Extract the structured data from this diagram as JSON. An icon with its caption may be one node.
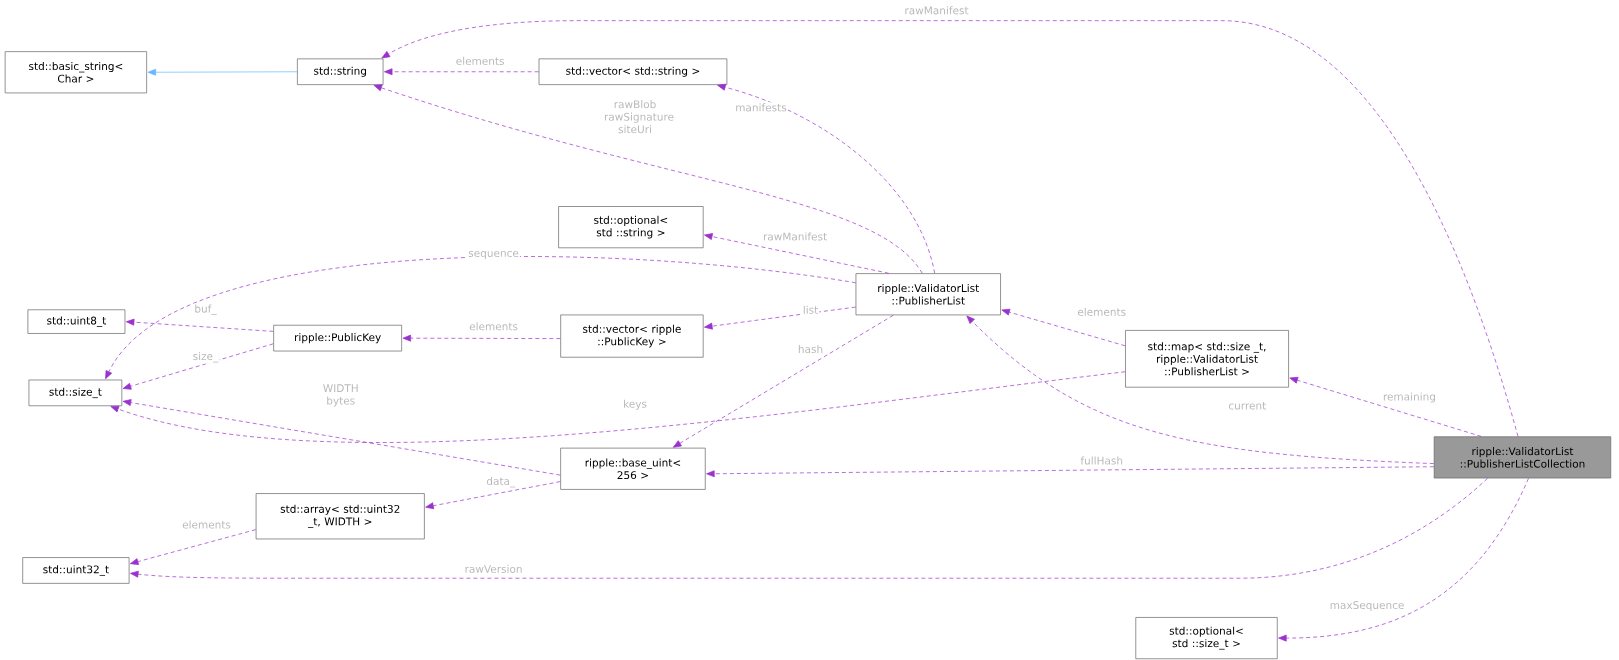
{
  "diagram": {
    "nodes": [
      {
        "text": [
          "std::basic_string< Char >"
        ]
      },
      {
        "text": [
          "std::string"
        ]
      },
      {
        "text": [
          "std::vector< std::string >"
        ]
      },
      {
        "text": [
          "std::optional< std ::string >"
        ]
      },
      {
        "text": [
          "std::uint8_t"
        ]
      },
      {
        "text": [
          "ripple::PublicKey"
        ]
      },
      {
        "text": [
          "std::vector< ripple ::PublicKey >"
        ]
      },
      {
        "text": [
          "ripple::ValidatorList ::PublisherList"
        ]
      },
      {
        "text": [
          "std::size_t"
        ]
      },
      {
        "text": [
          "std::map< std::size _t, ripple::ValidatorList ::PublisherList >"
        ]
      },
      {
        "text": [
          "ripple::base_uint< 256 >"
        ]
      },
      {
        "text": [
          "std::array< std::uint32 _t, WIDTH >"
        ]
      },
      {
        "text": [
          "std::uint32_t"
        ]
      },
      {
        "text": [
          "ripple::ValidatorList ::PublisherListCollection"
        ]
      },
      {
        "text": [
          "std::optional< std ::size_t >"
        ]
      }
    ],
    "edges": [
      {
        "from": 1,
        "to": 0,
        "arrow": "to",
        "color": "#63b8ff"
      },
      {
        "from": 13,
        "to": 1,
        "arrow": "to",
        "style": "dashed",
        "label": "rawManifest"
      },
      {
        "from": 2,
        "to": 1,
        "arrow": "to",
        "style": "dashed",
        "label": "elements"
      },
      {
        "from": 7,
        "to": 1,
        "arrow": "to",
        "style": "dashed",
        "label": "rawBlob rawSignature siteUri"
      },
      {
        "from": 7,
        "to": 2,
        "arrow": "to",
        "style": "dashed",
        "label": "manifests"
      },
      {
        "from": 7,
        "to": 3,
        "arrow": "to",
        "style": "dashed",
        "label": "rawManifest"
      },
      {
        "from": 7,
        "to": 8,
        "arrow": "to",
        "style": "dashed",
        "label": "sequence"
      },
      {
        "from": 5,
        "to": 4,
        "arrow": "to",
        "style": "dashed",
        "label": "buf_"
      },
      {
        "from": 5,
        "to": 8,
        "arrow": "to",
        "style": "dashed",
        "label": "size_"
      },
      {
        "from": 6,
        "to": 5,
        "arrow": "to",
        "style": "dashed",
        "label": "elements"
      },
      {
        "from": 7,
        "to": 6,
        "arrow": "to",
        "style": "dashed",
        "label": "list"
      },
      {
        "from": 7,
        "to": 10,
        "arrow": "to",
        "style": "dashed",
        "label": "hash"
      },
      {
        "from": 9,
        "to": 7,
        "arrow": "to",
        "style": "dashed",
        "label": "elements"
      },
      {
        "from": 9,
        "to": 8,
        "arrow": "to",
        "style": "dashed",
        "label": "keys"
      },
      {
        "from": 10,
        "to": 8,
        "arrow": "to",
        "style": "dashed",
        "label": "WIDTH bytes"
      },
      {
        "from": 13,
        "to": 9,
        "arrow": "to",
        "style": "dashed",
        "label": "remaining"
      },
      {
        "from": 13,
        "to": 7,
        "arrow": "to",
        "style": "dashed",
        "label": "current"
      },
      {
        "from": 13,
        "to": 10,
        "arrow": "to",
        "style": "dashed",
        "label": "fullHash"
      },
      {
        "from": 10,
        "to": 11,
        "arrow": "to",
        "style": "dashed",
        "label": "data_"
      },
      {
        "from": 11,
        "to": 12,
        "arrow": "to",
        "style": "dashed",
        "label": "elements"
      },
      {
        "from": 13,
        "to": 12,
        "arrow": "to",
        "style": "dashed",
        "label": "rawVersion"
      },
      {
        "from": 13,
        "to": 14,
        "arrow": "to",
        "style": "dashed",
        "label": "maxSequence"
      }
    ]
  }
}
